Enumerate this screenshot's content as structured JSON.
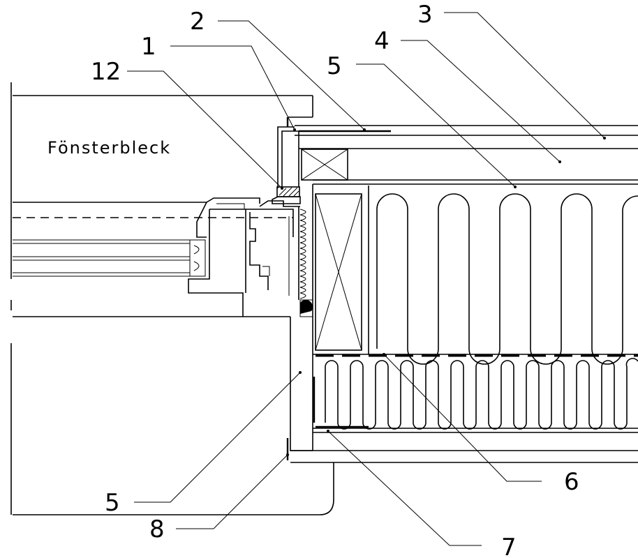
{
  "drawing": {
    "label": "Fönsterbleck",
    "callouts": {
      "c1": "1",
      "c2": "2",
      "c3": "3",
      "c4": "4",
      "c5_top": "5",
      "c5_bottom": "5",
      "c6": "6",
      "c7": "7",
      "c8": "8",
      "c12": "12"
    }
  }
}
